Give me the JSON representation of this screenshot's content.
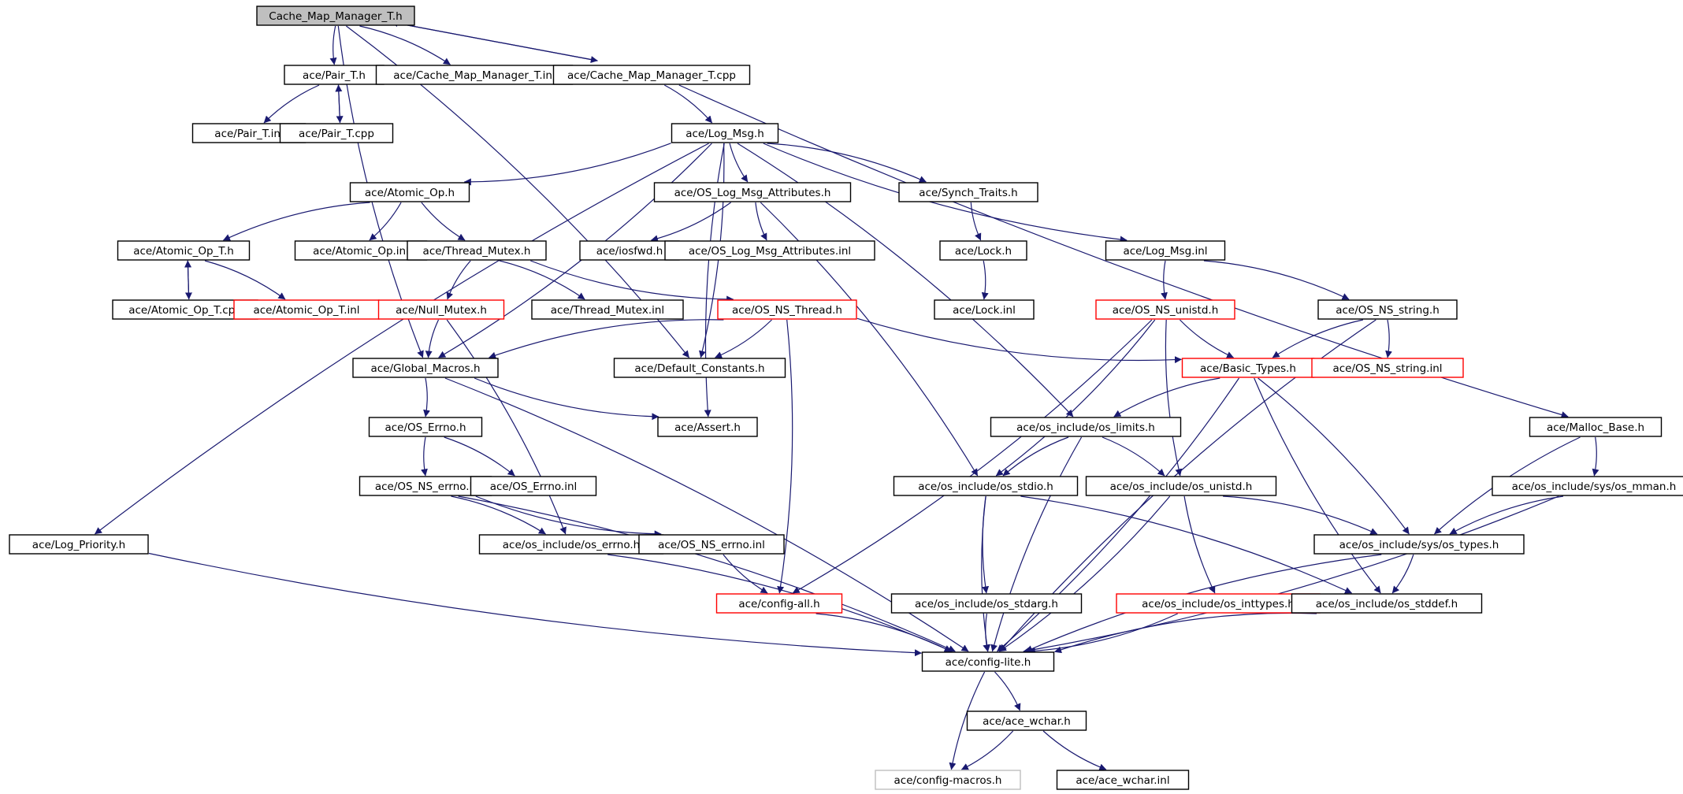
{
  "diagram": {
    "nodes": [
      {
        "id": "cmm_h",
        "label": "Cache_Map_Manager_T.h",
        "style": "root"
      },
      {
        "id": "pair_h",
        "label": "ace/Pair_T.h",
        "style": "normal"
      },
      {
        "id": "cmm_inl",
        "label": "ace/Cache_Map_Manager_T.inl",
        "style": "normal"
      },
      {
        "id": "cmm_cpp",
        "label": "ace/Cache_Map_Manager_T.cpp",
        "style": "normal"
      },
      {
        "id": "pair_inl",
        "label": "ace/Pair_T.inl",
        "style": "normal"
      },
      {
        "id": "pair_cpp",
        "label": "ace/Pair_T.cpp",
        "style": "normal"
      },
      {
        "id": "log_msg_h",
        "label": "ace/Log_Msg.h",
        "style": "normal"
      },
      {
        "id": "atomic_op_h",
        "label": "ace/Atomic_Op.h",
        "style": "normal"
      },
      {
        "id": "os_log_attr_h",
        "label": "ace/OS_Log_Msg_Attributes.h",
        "style": "normal"
      },
      {
        "id": "synch_traits_h",
        "label": "ace/Synch_Traits.h",
        "style": "normal"
      },
      {
        "id": "atomic_op_t_h",
        "label": "ace/Atomic_Op_T.h",
        "style": "normal"
      },
      {
        "id": "atomic_op_inl",
        "label": "ace/Atomic_Op.inl",
        "style": "normal"
      },
      {
        "id": "thread_mutex_h",
        "label": "ace/Thread_Mutex.h",
        "style": "normal"
      },
      {
        "id": "iosfwd_h",
        "label": "ace/iosfwd.h",
        "style": "normal"
      },
      {
        "id": "os_log_attr_inl",
        "label": "ace/OS_Log_Msg_Attributes.inl",
        "style": "normal"
      },
      {
        "id": "lock_h",
        "label": "ace/Lock.h",
        "style": "normal"
      },
      {
        "id": "log_msg_inl",
        "label": "ace/Log_Msg.inl",
        "style": "normal"
      },
      {
        "id": "atomic_op_t_cpp",
        "label": "ace/Atomic_Op_T.cpp",
        "style": "normal"
      },
      {
        "id": "atomic_op_t_inl",
        "label": "ace/Atomic_Op_T.inl",
        "style": "truncated"
      },
      {
        "id": "null_mutex_h",
        "label": "ace/Null_Mutex.h",
        "style": "truncated"
      },
      {
        "id": "thread_mutex_inl",
        "label": "ace/Thread_Mutex.inl",
        "style": "normal"
      },
      {
        "id": "os_ns_thread_h",
        "label": "ace/OS_NS_Thread.h",
        "style": "truncated"
      },
      {
        "id": "lock_inl",
        "label": "ace/Lock.inl",
        "style": "normal"
      },
      {
        "id": "os_ns_unistd_h",
        "label": "ace/OS_NS_unistd.h",
        "style": "truncated"
      },
      {
        "id": "os_ns_string_h",
        "label": "ace/OS_NS_string.h",
        "style": "normal"
      },
      {
        "id": "global_macros_h",
        "label": "ace/Global_Macros.h",
        "style": "normal"
      },
      {
        "id": "default_constants_h",
        "label": "ace/Default_Constants.h",
        "style": "normal"
      },
      {
        "id": "basic_types_h",
        "label": "ace/Basic_Types.h",
        "style": "truncated"
      },
      {
        "id": "os_ns_string_inl",
        "label": "ace/OS_NS_string.inl",
        "style": "truncated"
      },
      {
        "id": "os_errno_h",
        "label": "ace/OS_Errno.h",
        "style": "normal"
      },
      {
        "id": "assert_h",
        "label": "ace/Assert.h",
        "style": "normal"
      },
      {
        "id": "os_limits_h",
        "label": "ace/os_include/os_limits.h",
        "style": "normal"
      },
      {
        "id": "malloc_base_h",
        "label": "ace/Malloc_Base.h",
        "style": "normal"
      },
      {
        "id": "os_ns_errno_h",
        "label": "ace/OS_NS_errno.h",
        "style": "normal"
      },
      {
        "id": "os_errno_inl",
        "label": "ace/OS_Errno.inl",
        "style": "normal"
      },
      {
        "id": "os_stdio_h",
        "label": "ace/os_include/os_stdio.h",
        "style": "normal"
      },
      {
        "id": "os_unistd_h",
        "label": "ace/os_include/os_unistd.h",
        "style": "normal"
      },
      {
        "id": "os_mman_h",
        "label": "ace/os_include/sys/os_mman.h",
        "style": "normal"
      },
      {
        "id": "log_priority_h",
        "label": "ace/Log_Priority.h",
        "style": "normal"
      },
      {
        "id": "os_errno_os_h",
        "label": "ace/os_include/os_errno.h",
        "style": "normal"
      },
      {
        "id": "os_ns_errno_inl",
        "label": "ace/OS_NS_errno.inl",
        "style": "normal"
      },
      {
        "id": "os_types_h",
        "label": "ace/os_include/sys/os_types.h",
        "style": "normal"
      },
      {
        "id": "config_all_h",
        "label": "ace/config-all.h",
        "style": "truncated"
      },
      {
        "id": "os_stdarg_h",
        "label": "ace/os_include/os_stdarg.h",
        "style": "normal"
      },
      {
        "id": "os_inttypes_h",
        "label": "ace/os_include/os_inttypes.h",
        "style": "truncated"
      },
      {
        "id": "os_stddef_h",
        "label": "ace/os_include/os_stddef.h",
        "style": "normal"
      },
      {
        "id": "config_lite_h",
        "label": "ace/config-lite.h",
        "style": "normal"
      },
      {
        "id": "ace_wchar_h",
        "label": "ace/ace_wchar.h",
        "style": "normal"
      },
      {
        "id": "config_macros_h",
        "label": "ace/config-macros.h",
        "style": "external"
      },
      {
        "id": "ace_wchar_inl",
        "label": "ace/ace_wchar.inl",
        "style": "normal"
      }
    ],
    "edges": [
      [
        "cmm_h",
        "pair_h"
      ],
      [
        "cmm_h",
        "cmm_inl"
      ],
      [
        "cmm_h",
        "cmm_cpp"
      ],
      [
        "cmm_cpp",
        "cmm_h"
      ],
      [
        "cmm_h",
        "global_macros_h"
      ],
      [
        "cmm_h",
        "default_constants_h"
      ],
      [
        "pair_h",
        "pair_inl"
      ],
      [
        "pair_h",
        "pair_cpp"
      ],
      [
        "pair_cpp",
        "pair_h"
      ],
      [
        "cmm_cpp",
        "log_msg_h"
      ],
      [
        "cmm_cpp",
        "malloc_base_h"
      ],
      [
        "log_msg_h",
        "atomic_op_h"
      ],
      [
        "log_msg_h",
        "os_log_attr_h"
      ],
      [
        "log_msg_h",
        "synch_traits_h"
      ],
      [
        "log_msg_h",
        "log_msg_inl"
      ],
      [
        "log_msg_h",
        "default_constants_h"
      ],
      [
        "log_msg_h",
        "assert_h"
      ],
      [
        "log_msg_h",
        "os_limits_h"
      ],
      [
        "log_msg_h",
        "log_priority_h"
      ],
      [
        "log_msg_h",
        "global_macros_h"
      ],
      [
        "atomic_op_h",
        "atomic_op_t_h"
      ],
      [
        "atomic_op_h",
        "atomic_op_inl"
      ],
      [
        "atomic_op_h",
        "thread_mutex_h"
      ],
      [
        "atomic_op_t_h",
        "atomic_op_t_cpp"
      ],
      [
        "atomic_op_t_cpp",
        "atomic_op_t_h"
      ],
      [
        "atomic_op_t_h",
        "atomic_op_t_inl"
      ],
      [
        "thread_mutex_h",
        "null_mutex_h"
      ],
      [
        "thread_mutex_h",
        "thread_mutex_inl"
      ],
      [
        "thread_mutex_h",
        "os_ns_thread_h"
      ],
      [
        "os_log_attr_h",
        "iosfwd_h"
      ],
      [
        "os_log_attr_h",
        "os_log_attr_inl"
      ],
      [
        "os_log_attr_h",
        "os_stdio_h"
      ],
      [
        "synch_traits_h",
        "lock_h"
      ],
      [
        "lock_h",
        "lock_inl"
      ],
      [
        "log_msg_inl",
        "os_ns_unistd_h"
      ],
      [
        "log_msg_inl",
        "os_ns_string_h"
      ],
      [
        "null_mutex_h",
        "global_macros_h"
      ],
      [
        "null_mutex_h",
        "os_errno_os_h"
      ],
      [
        "os_ns_thread_h",
        "global_macros_h"
      ],
      [
        "os_ns_thread_h",
        "default_constants_h"
      ],
      [
        "os_ns_thread_h",
        "basic_types_h"
      ],
      [
        "os_ns_thread_h",
        "config_all_h"
      ],
      [
        "os_ns_unistd_h",
        "basic_types_h"
      ],
      [
        "os_ns_unistd_h",
        "os_stdio_h"
      ],
      [
        "os_ns_unistd_h",
        "os_unistd_h"
      ],
      [
        "os_ns_unistd_h",
        "config_all_h"
      ],
      [
        "os_ns_string_h",
        "basic_types_h"
      ],
      [
        "os_ns_string_h",
        "os_ns_string_inl"
      ],
      [
        "os_ns_string_h",
        "config_lite_h"
      ],
      [
        "global_macros_h",
        "os_errno_h"
      ],
      [
        "global_macros_h",
        "assert_h"
      ],
      [
        "global_macros_h",
        "config_lite_h"
      ],
      [
        "basic_types_h",
        "os_limits_h"
      ],
      [
        "basic_types_h",
        "os_types_h"
      ],
      [
        "basic_types_h",
        "os_stddef_h"
      ],
      [
        "basic_types_h",
        "config_lite_h"
      ],
      [
        "os_errno_h",
        "os_ns_errno_h"
      ],
      [
        "os_errno_h",
        "os_errno_inl"
      ],
      [
        "os_limits_h",
        "os_stdio_h"
      ],
      [
        "os_limits_h",
        "os_unistd_h"
      ],
      [
        "os_limits_h",
        "config_lite_h"
      ],
      [
        "malloc_base_h",
        "os_mman_h"
      ],
      [
        "malloc_base_h",
        "os_types_h"
      ],
      [
        "os_ns_errno_h",
        "os_errno_os_h"
      ],
      [
        "os_ns_errno_h",
        "os_ns_errno_inl"
      ],
      [
        "os_ns_errno_h",
        "config_lite_h"
      ],
      [
        "os_stdio_h",
        "os_stdarg_h"
      ],
      [
        "os_stdio_h",
        "os_stddef_h"
      ],
      [
        "os_stdio_h",
        "config_lite_h"
      ],
      [
        "os_unistd_h",
        "os_types_h"
      ],
      [
        "os_unistd_h",
        "os_inttypes_h"
      ],
      [
        "os_unistd_h",
        "config_lite_h"
      ],
      [
        "os_mman_h",
        "os_types_h"
      ],
      [
        "os_mman_h",
        "config_lite_h"
      ],
      [
        "log_priority_h",
        "config_lite_h"
      ],
      [
        "os_errno_os_h",
        "config_lite_h"
      ],
      [
        "os_ns_errno_inl",
        "config_all_h"
      ],
      [
        "os_types_h",
        "os_stddef_h"
      ],
      [
        "os_types_h",
        "config_lite_h"
      ],
      [
        "config_all_h",
        "config_lite_h"
      ],
      [
        "os_stdarg_h",
        "config_lite_h"
      ],
      [
        "os_inttypes_h",
        "config_lite_h"
      ],
      [
        "os_stddef_h",
        "config_lite_h"
      ],
      [
        "config_lite_h",
        "ace_wchar_h"
      ],
      [
        "config_lite_h",
        "config_macros_h"
      ],
      [
        "ace_wchar_h",
        "config_macros_h"
      ],
      [
        "ace_wchar_h",
        "ace_wchar_inl"
      ]
    ]
  }
}
